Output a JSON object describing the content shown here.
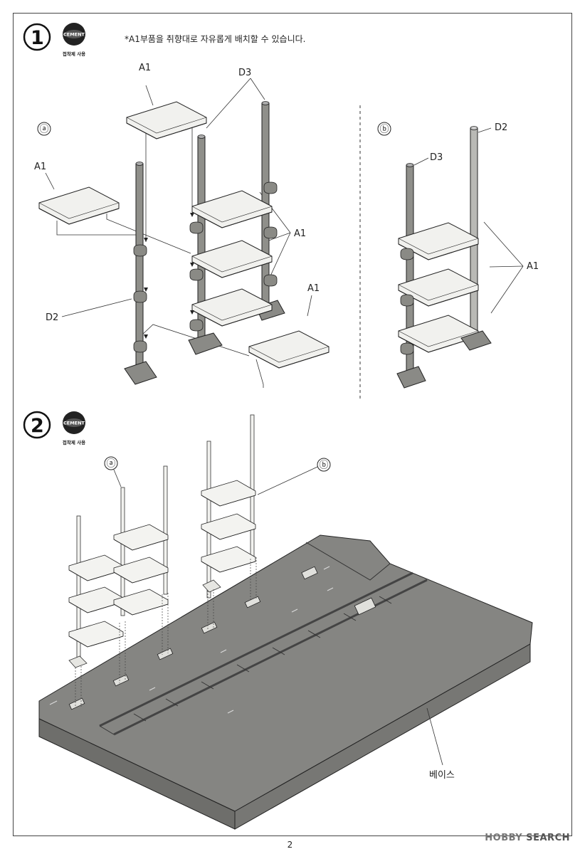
{
  "steps": [
    {
      "number": "1",
      "badge": "CEMENT",
      "badge_caption": "접착제 사용"
    },
    {
      "number": "2",
      "badge": "CEMENT",
      "badge_caption": "접착제 사용"
    }
  ],
  "note": "*A1부품을 취향대로 자유롭게 배치할 수 있습니다.",
  "variants": {
    "a": "ⓐ",
    "b": "ⓑ"
  },
  "parts": {
    "a1": "A1",
    "d2": "D2",
    "d3": "D3"
  },
  "base_label": "베이스",
  "page_number": "2",
  "watermark": {
    "brand": "HOBBY",
    "word": "SEARCH"
  }
}
